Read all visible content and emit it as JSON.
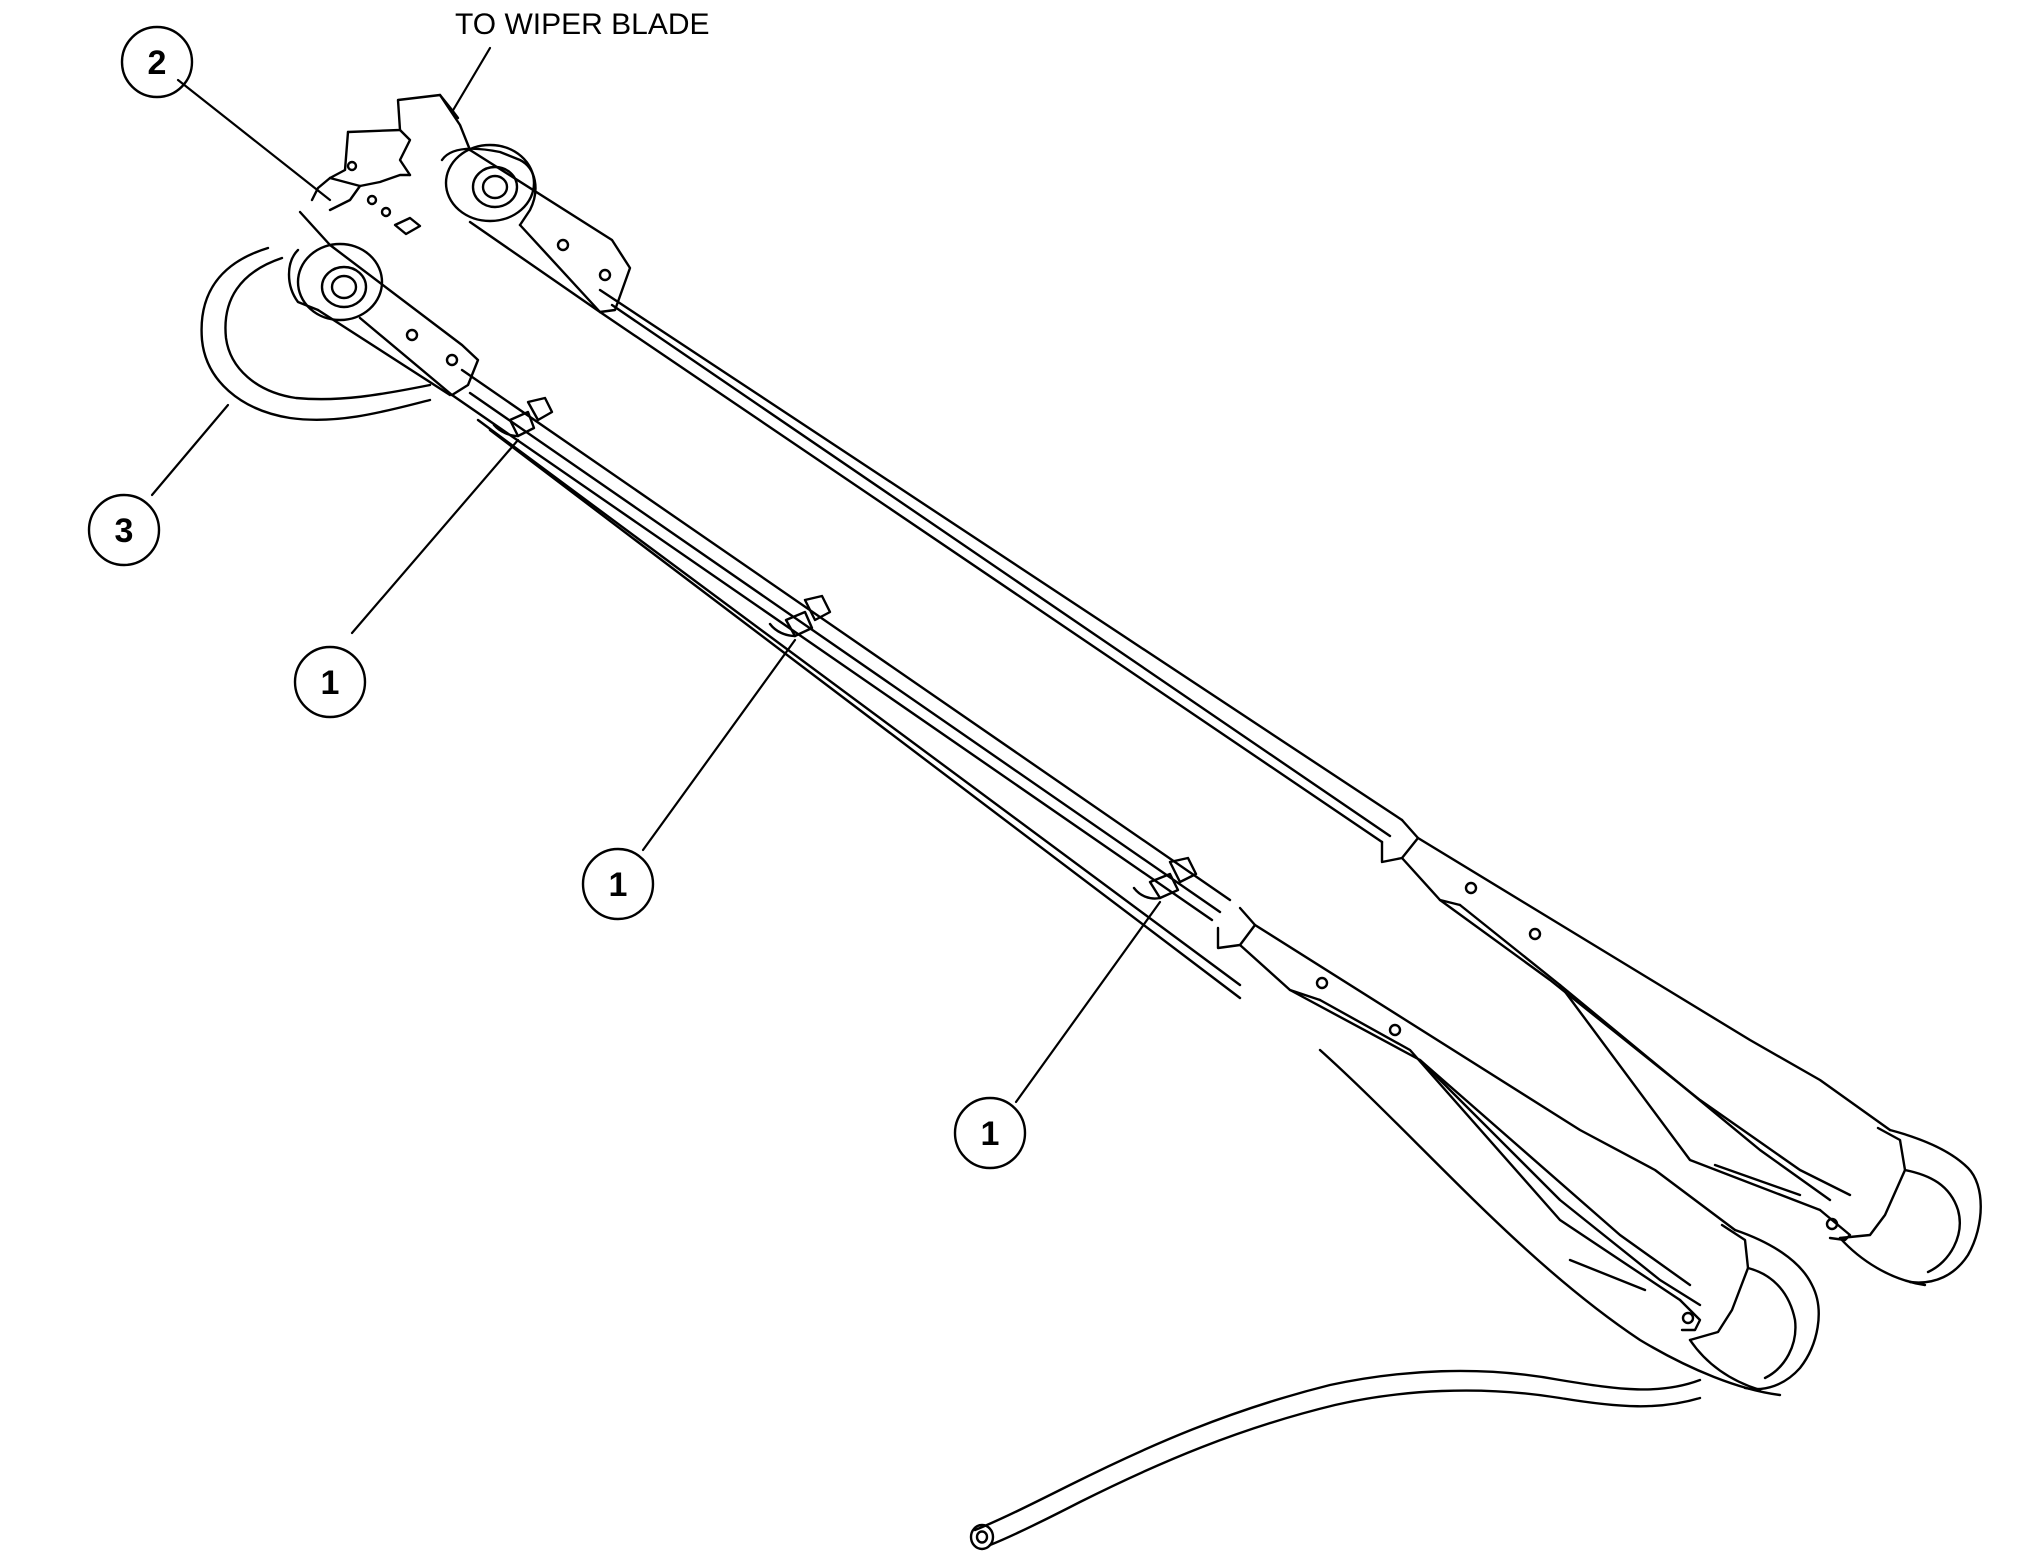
{
  "note": {
    "text": "TO WIPER BLADE"
  },
  "callouts": [
    {
      "id": "item-2",
      "label": "2"
    },
    {
      "id": "item-3",
      "label": "3"
    },
    {
      "id": "item-1a",
      "label": "1"
    },
    {
      "id": "item-1b",
      "label": "1"
    },
    {
      "id": "item-1c",
      "label": "1"
    }
  ],
  "colors": {
    "line": "#000000",
    "background": "#ffffff"
  }
}
